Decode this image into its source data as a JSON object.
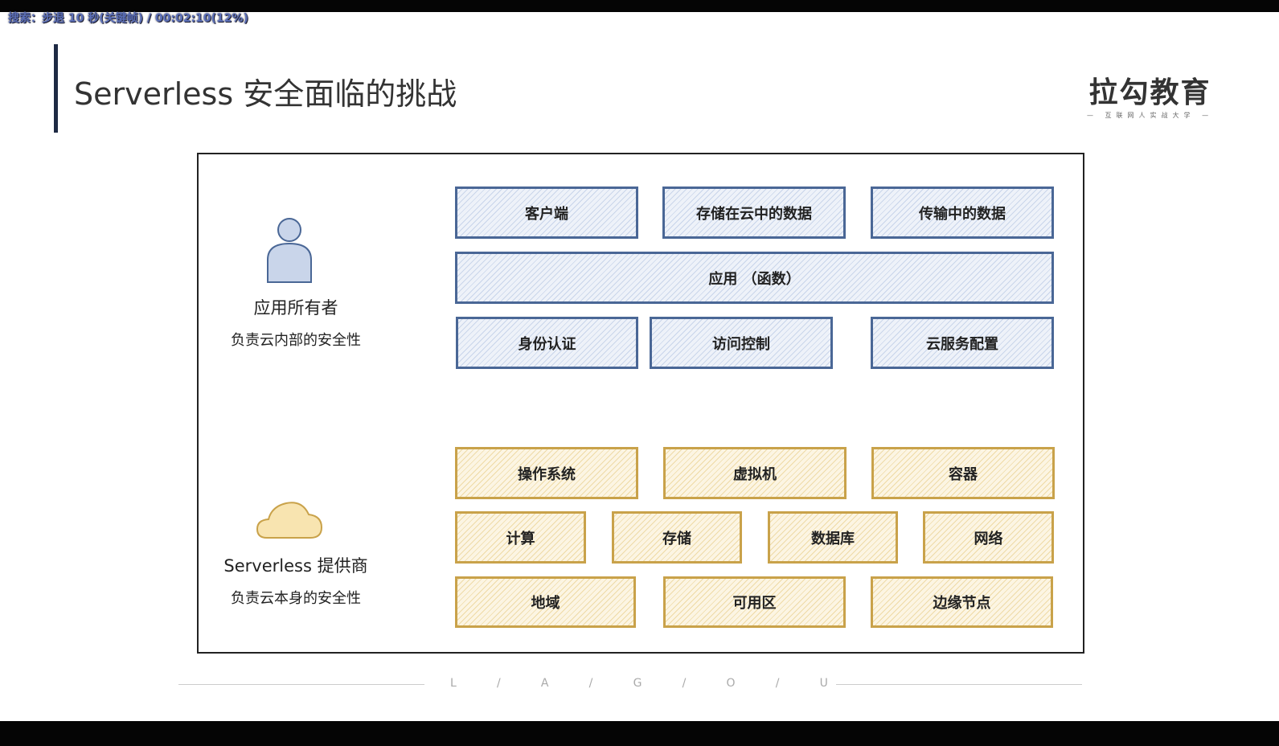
{
  "overlay": "搜索：步退 10 秒(关键帧) / 00:02:10(12%)",
  "title": "Serverless 安全面临的挑战",
  "logo": {
    "main": "拉勾教育",
    "sub": "— 互联网人实战大学 —"
  },
  "owner": {
    "title": "应用所有者",
    "desc": "负责云内部的安全性"
  },
  "provider": {
    "title": "Serverless 提供商",
    "desc": "负责云本身的安全性"
  },
  "owner_boxes": [
    "客户端",
    "存储在云中的数据",
    "传输中的数据",
    "应用 （函数）",
    "身份认证",
    "访问控制",
    "云服务配置"
  ],
  "provider_boxes": [
    "操作系统",
    "虚拟机",
    "容器",
    "计算",
    "存储",
    "数据库",
    "网络",
    "地域",
    "可用区",
    "边缘节点"
  ],
  "footer": [
    "L",
    "/",
    "A",
    "/",
    "G",
    "/",
    "O",
    "/",
    "U"
  ],
  "colors": {
    "owner": "#4a6796",
    "provider": "#c9a24a"
  }
}
